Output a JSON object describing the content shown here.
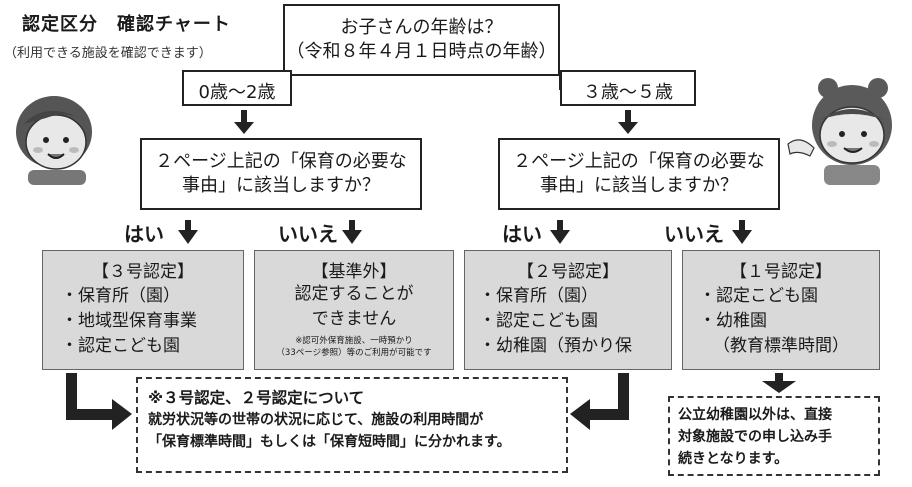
{
  "header": {
    "title": "認定区分　確認チャート",
    "subtitle": "（利用できる施設を確認できます）"
  },
  "question": {
    "line1": "お子さんの年齢は？",
    "line2": "（令和８年４月１日時点の年齢）"
  },
  "age_left": "0歳〜2歳",
  "age_right": "３歳〜５歳",
  "need_question_left": {
    "line1": "２ページ上記の「保育の必要な",
    "line2": "事由」に該当しますか？"
  },
  "need_question_right": {
    "line1": "２ページ上記の「保育の必要な",
    "line2": "事由」に該当しますか？"
  },
  "answers": {
    "yes_left": "はい",
    "no_left": "いいえ",
    "yes_right": "はい",
    "no_right": "いいえ"
  },
  "categories": {
    "cert3": {
      "title": "【３号認定】",
      "items": [
        "・保育所（園）",
        "・地域型保育事業",
        "・認定こども園"
      ]
    },
    "outside": {
      "title": "【基準外】",
      "line1": "認定することが",
      "line2": "できません",
      "note1": "※認可外保育施設、一時預かり",
      "note2": "（33ページ参照）等のご利用が可能です"
    },
    "cert2": {
      "title": "【２号認定】",
      "items": [
        "・保育所（園）",
        "・認定こども園",
        "・幼稚園（預かり保"
      ]
    },
    "cert1": {
      "title": "【１号認定】",
      "items": [
        "・認定こども園",
        "・幼稚園"
      ],
      "sub": "（教育標準時間）"
    }
  },
  "bottom_note": {
    "line1": "※３号認定、２号認定について",
    "line2": "就労状況等の世帯の状況に応じて、施設の利用時間が",
    "line3": "「保育標準時間」もしくは「保育短時間」に分かれます。"
  },
  "right_note": {
    "line1": "公立幼稚園以外は、直接",
    "line2": "対象施設での申し込み手",
    "line3": "続きとなります。"
  },
  "colors": {
    "box_fill_gray": "#d9d9d9",
    "arrow": "#222222"
  }
}
